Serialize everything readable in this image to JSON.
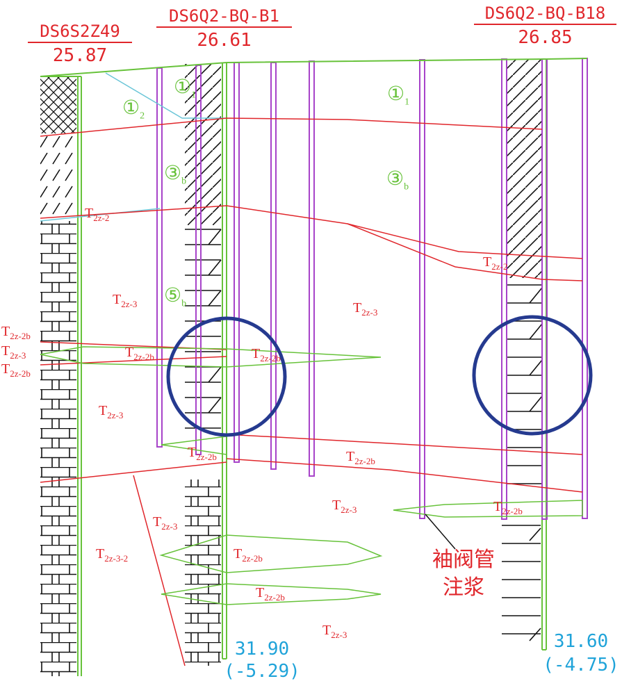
{
  "colors": {
    "stratum_line": "#e0262b",
    "lithology": "#111111",
    "ground_line": "#67c23a",
    "pipe": "#a743c9",
    "depth_text": "#1fa3d9",
    "highlight_circle": "#253a8f",
    "annotation": "#e0262b"
  },
  "boreholes": [
    {
      "id": "DS6S2Z49",
      "elevation": "25.87"
    },
    {
      "id": "DS6Q2-BQ-B1",
      "elevation": "26.61",
      "bottom_depth": "31.90",
      "bottom_elevation": "(-5.29)"
    },
    {
      "id": "DS6Q2-BQ-B18",
      "elevation": "26.85",
      "bottom_depth": "31.60",
      "bottom_elevation": "(-4.75)"
    }
  ],
  "layer_labels": {
    "l1_1": {
      "base": "①",
      "sub": "1"
    },
    "l1_2": {
      "base": "①",
      "sub": "2"
    },
    "l1_1b": {
      "base": "①",
      "sub": "1"
    },
    "l3b_a": {
      "base": "③",
      "sub": "b"
    },
    "l3b_b": {
      "base": "③",
      "sub": "b"
    },
    "l5b": {
      "base": "⑤",
      "sub": "b"
    }
  },
  "stratum_labels": {
    "t2z2_a": {
      "base": "T",
      "sub": "2z-2"
    },
    "t2z2_b": {
      "base": "T",
      "sub": "2z-2"
    },
    "t2z3_a": {
      "base": "T",
      "sub": "2z-3"
    },
    "t2z3_b": {
      "base": "T",
      "sub": "2z-3"
    },
    "t2z3_c": {
      "base": "T",
      "sub": "2z-3"
    },
    "t2z3_d": {
      "base": "T",
      "sub": "2z-3"
    },
    "t2z3_e": {
      "base": "T",
      "sub": "2z-3"
    },
    "t2z3_f": {
      "base": "T",
      "sub": "2z-3"
    },
    "t2z3_left": {
      "base": "T",
      "sub": "2z-3"
    },
    "t2z2b_l1": {
      "base": "T",
      "sub": "2z-2b"
    },
    "t2z2b_l2": {
      "base": "T",
      "sub": "2z-2b"
    },
    "t2z2b_a": {
      "base": "T",
      "sub": "2z-2b"
    },
    "t2z2b_b": {
      "base": "T",
      "sub": "2z-2b"
    },
    "t2z2b_c": {
      "base": "T",
      "sub": "2z-2b"
    },
    "t2z2b_d": {
      "base": "T",
      "sub": "2z-2b"
    },
    "t2z2b_e": {
      "base": "T",
      "sub": "2z-2b"
    },
    "t2z2b_f": {
      "base": "T",
      "sub": "2z-2b"
    },
    "t2z2b_g": {
      "base": "T",
      "sub": "2z-2b"
    },
    "t2z32": {
      "base": "T",
      "sub": "2z-3-2"
    }
  },
  "callout": {
    "line1": "袖阀管",
    "line2": "注浆"
  }
}
